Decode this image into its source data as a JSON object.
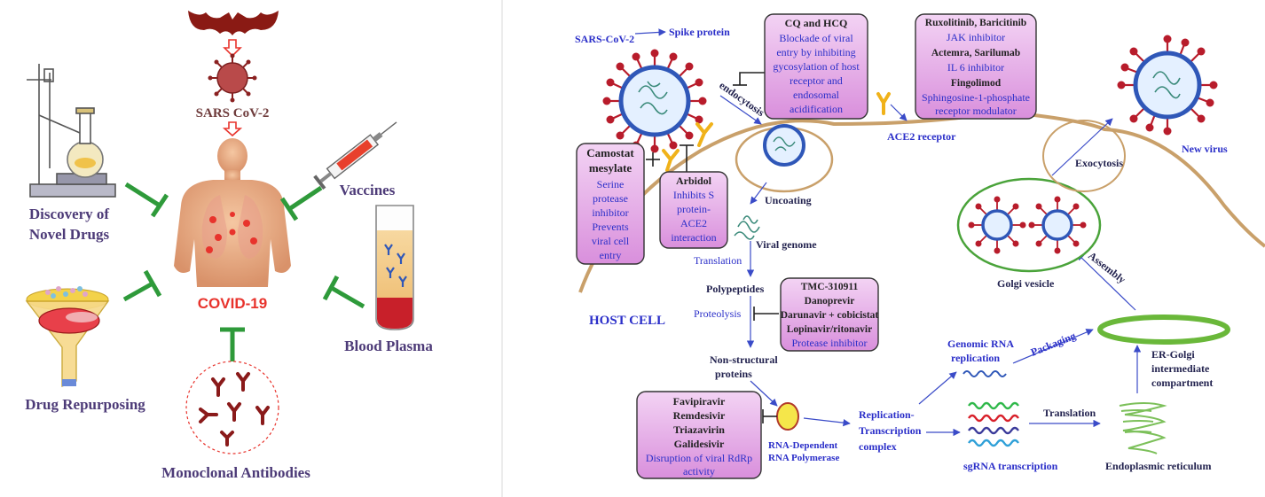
{
  "left_panel": {
    "virus_label": "SARS CoV-2",
    "disease_label": "COVID-19",
    "approaches": {
      "novel_drugs_line1": "Discovery of",
      "novel_drugs_line2": "Novel Drugs",
      "vaccines": "Vaccines",
      "repurposing": "Drug Repurposing",
      "plasma": "Blood Plasma",
      "antibodies": "Monoclonal Antibodies"
    }
  },
  "right_panel": {
    "sars_cov2": "SARS-CoV-2",
    "spike": "Spike protein",
    "endocytosis": "endocytosis",
    "ace2": "ACE2 receptor",
    "new_virus": "New virus",
    "exocytosis": "Exocytosis",
    "golgi": "Golgi vesicle",
    "assembly": "Assembly",
    "uncoating": "Uncoating",
    "viral_genome": "Viral genome",
    "translation1": "Translation",
    "polypeptides": "Polypeptides",
    "proteolysis": "Proteolysis",
    "host_cell": "HOST CELL",
    "nsp_line1": "Non-structural",
    "nsp_line2": "proteins",
    "rdrp_line1": "RNA-Dependent",
    "rdrp_line2": "RNA Polymerase",
    "rtc_line1": "Replication-",
    "rtc_line2": "Transcription",
    "rtc_line3": "complex",
    "genomic_line1": "Genomic RNA",
    "genomic_line2": "replication",
    "packaging": "Packaging",
    "sgrna": "sgRNA transcription",
    "translation2": "Translation",
    "er": "Endoplasmic reticulum",
    "ergic_line1": "ER-Golgi",
    "ergic_line2": "intermediate",
    "ergic_line3": "compartment",
    "boxes": {
      "cq": {
        "title": "CQ and HCQ",
        "lines": [
          "Blockade of viral",
          "entry by inhibiting",
          "gycosylation of host",
          "receptor and",
          "endosomal",
          "acidification"
        ]
      },
      "jak": {
        "drug1": "Ruxolitinib, Baricitinib",
        "desc1": "JAK inhibitor",
        "drug2": "Actemra, Sarilumab",
        "desc2": "IL 6 inhibitor",
        "drug3": "Fingolimod",
        "desc3_line1": "Sphingosine-1-phosphate",
        "desc3_line2": "receptor modulator"
      },
      "camostat": {
        "title_line1": "Camostat",
        "title_line2": "mesylate",
        "lines": [
          "Serine",
          "protease",
          "inhibitor",
          "Prevents",
          "viral cell",
          "entry"
        ]
      },
      "arbidol": {
        "title": "Arbidol",
        "lines": [
          "Inhibits S",
          "protein-",
          "ACE2",
          "interaction"
        ]
      },
      "protease": {
        "drugs": [
          "TMC-310911",
          "Danoprevir",
          "Darunavir + cobicistat",
          "Lopinavir/ritonavir"
        ],
        "desc": "Protease inhibitor"
      },
      "rdrp": {
        "drugs": [
          "Favipiravir",
          "Remdesivir",
          "Triazavirin",
          "Galidesivir"
        ],
        "desc_line1": "Disruption of viral RdRp",
        "desc_line2": "activity"
      }
    }
  },
  "colors": {
    "inhibit_green": "#2e9a3a",
    "disease_red": "#e8332c",
    "virus_red": "#b81c2b",
    "virus_blue": "#2f57b8",
    "label_blue": "#2b2fc9",
    "box_purple": "#d98fdc",
    "membrane_tan": "#c9a06a",
    "golgi_green": "#4aa33a",
    "er_green": "#7cc05a"
  }
}
